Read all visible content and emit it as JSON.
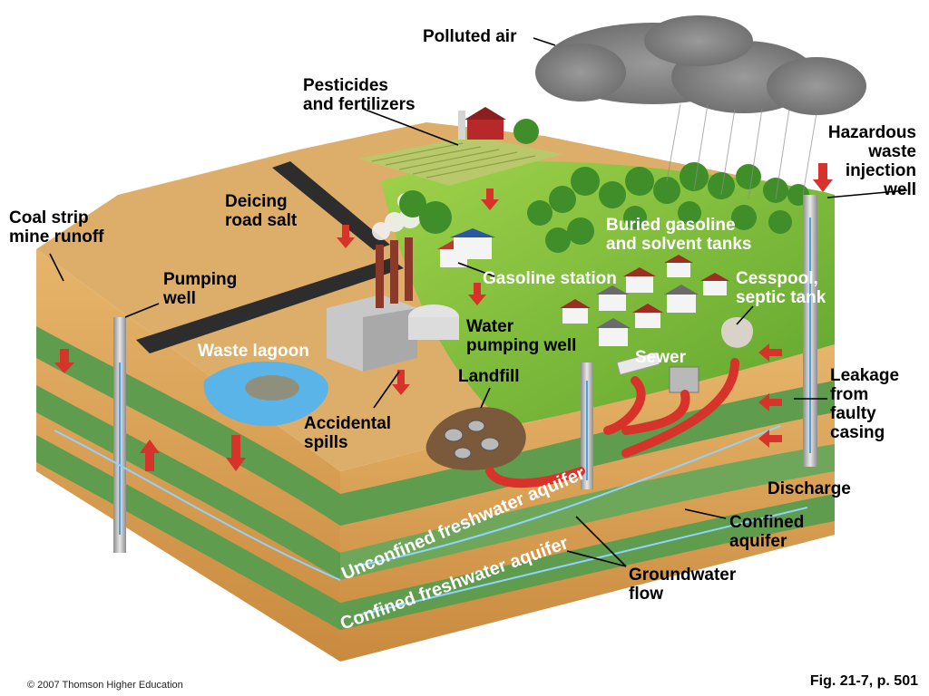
{
  "labels": {
    "polluted_air": "Polluted air",
    "pesticides": "Pesticides\nand fertilizers",
    "hazardous": "Hazardous\nwaste\ninjection\nwell",
    "coal": "Coal strip\nmine runoff",
    "deicing": "Deicing\nroad salt",
    "buried": "Buried gasoline\nand solvent tanks",
    "pumping_well": "Pumping\nwell",
    "gasoline_station": "Gasoline station",
    "cesspool": "Cesspool,\nseptic tank",
    "water_pumping": "Water\npumping well",
    "waste_lagoon": "Waste lagoon",
    "sewer": "Sewer",
    "landfill": "Landfill",
    "leakage": "Leakage\nfrom\nfaulty\ncasing",
    "accidental": "Accidental\nspills",
    "discharge": "Discharge",
    "confined_aquifer": "Confined\naquifer",
    "groundwater": "Groundwater\nflow",
    "unconfined_fw": "Unconfined freshwater aquifer",
    "confined_fw": "Confined freshwater aquifer"
  },
  "footer": {
    "copyright": "© 2007 Thomson Higher Education",
    "figure": "Fig. 21-7, p. 501"
  },
  "colors": {
    "soil": "#d9a35c",
    "grass": "#7fc33a",
    "aquifer_green": "#6fa75a",
    "arrow_red": "#d8332a",
    "cloud": "#8a8a8a",
    "lagoon": "#5ab4e8"
  }
}
